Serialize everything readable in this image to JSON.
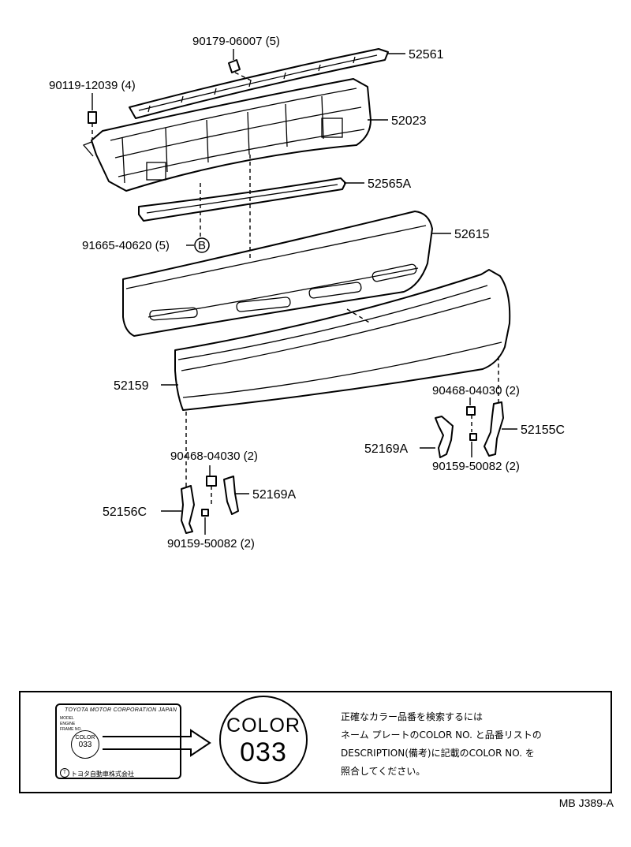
{
  "parts": {
    "p90179": "90179-06007 (5)",
    "p52561": "52561",
    "p90119": "90119-12039 (4)",
    "p52023": "52023",
    "p52565A": "52565A",
    "p91665": "91665-40620 (5)",
    "p91665_marker": "B",
    "p52615": "52615",
    "p52159": "52159",
    "p90468_right": "90468-04030 (2)",
    "p52155C": "52155C",
    "p52169A_right": "52169A",
    "p90159_right": "90159-50082 (2)",
    "p90468_left": "90468-04030 (2)",
    "p52169A_left": "52169A",
    "p52156C": "52156C",
    "p90159_left": "90159-50082 (2)"
  },
  "name_plate": {
    "maker": "TOYOTA MOTOR CORPORATION JAPAN",
    "fields": [
      "MODEL",
      "ENGINE",
      "FRAME NO."
    ],
    "color_word": "COLOR",
    "color_code": "033",
    "maker_jp": "トヨタ自動車株式会社"
  },
  "color_callout": {
    "word": "COLOR",
    "code": "033"
  },
  "note": {
    "lines": [
      "正確なカラー品番を検索するには",
      "ネーム プレートのCOLOR NO. と品番リストの",
      "DESCRIPTION(備考)に記載のCOLOR NO. を",
      "照合してください。"
    ]
  },
  "drawing_code": "MB J389-A"
}
